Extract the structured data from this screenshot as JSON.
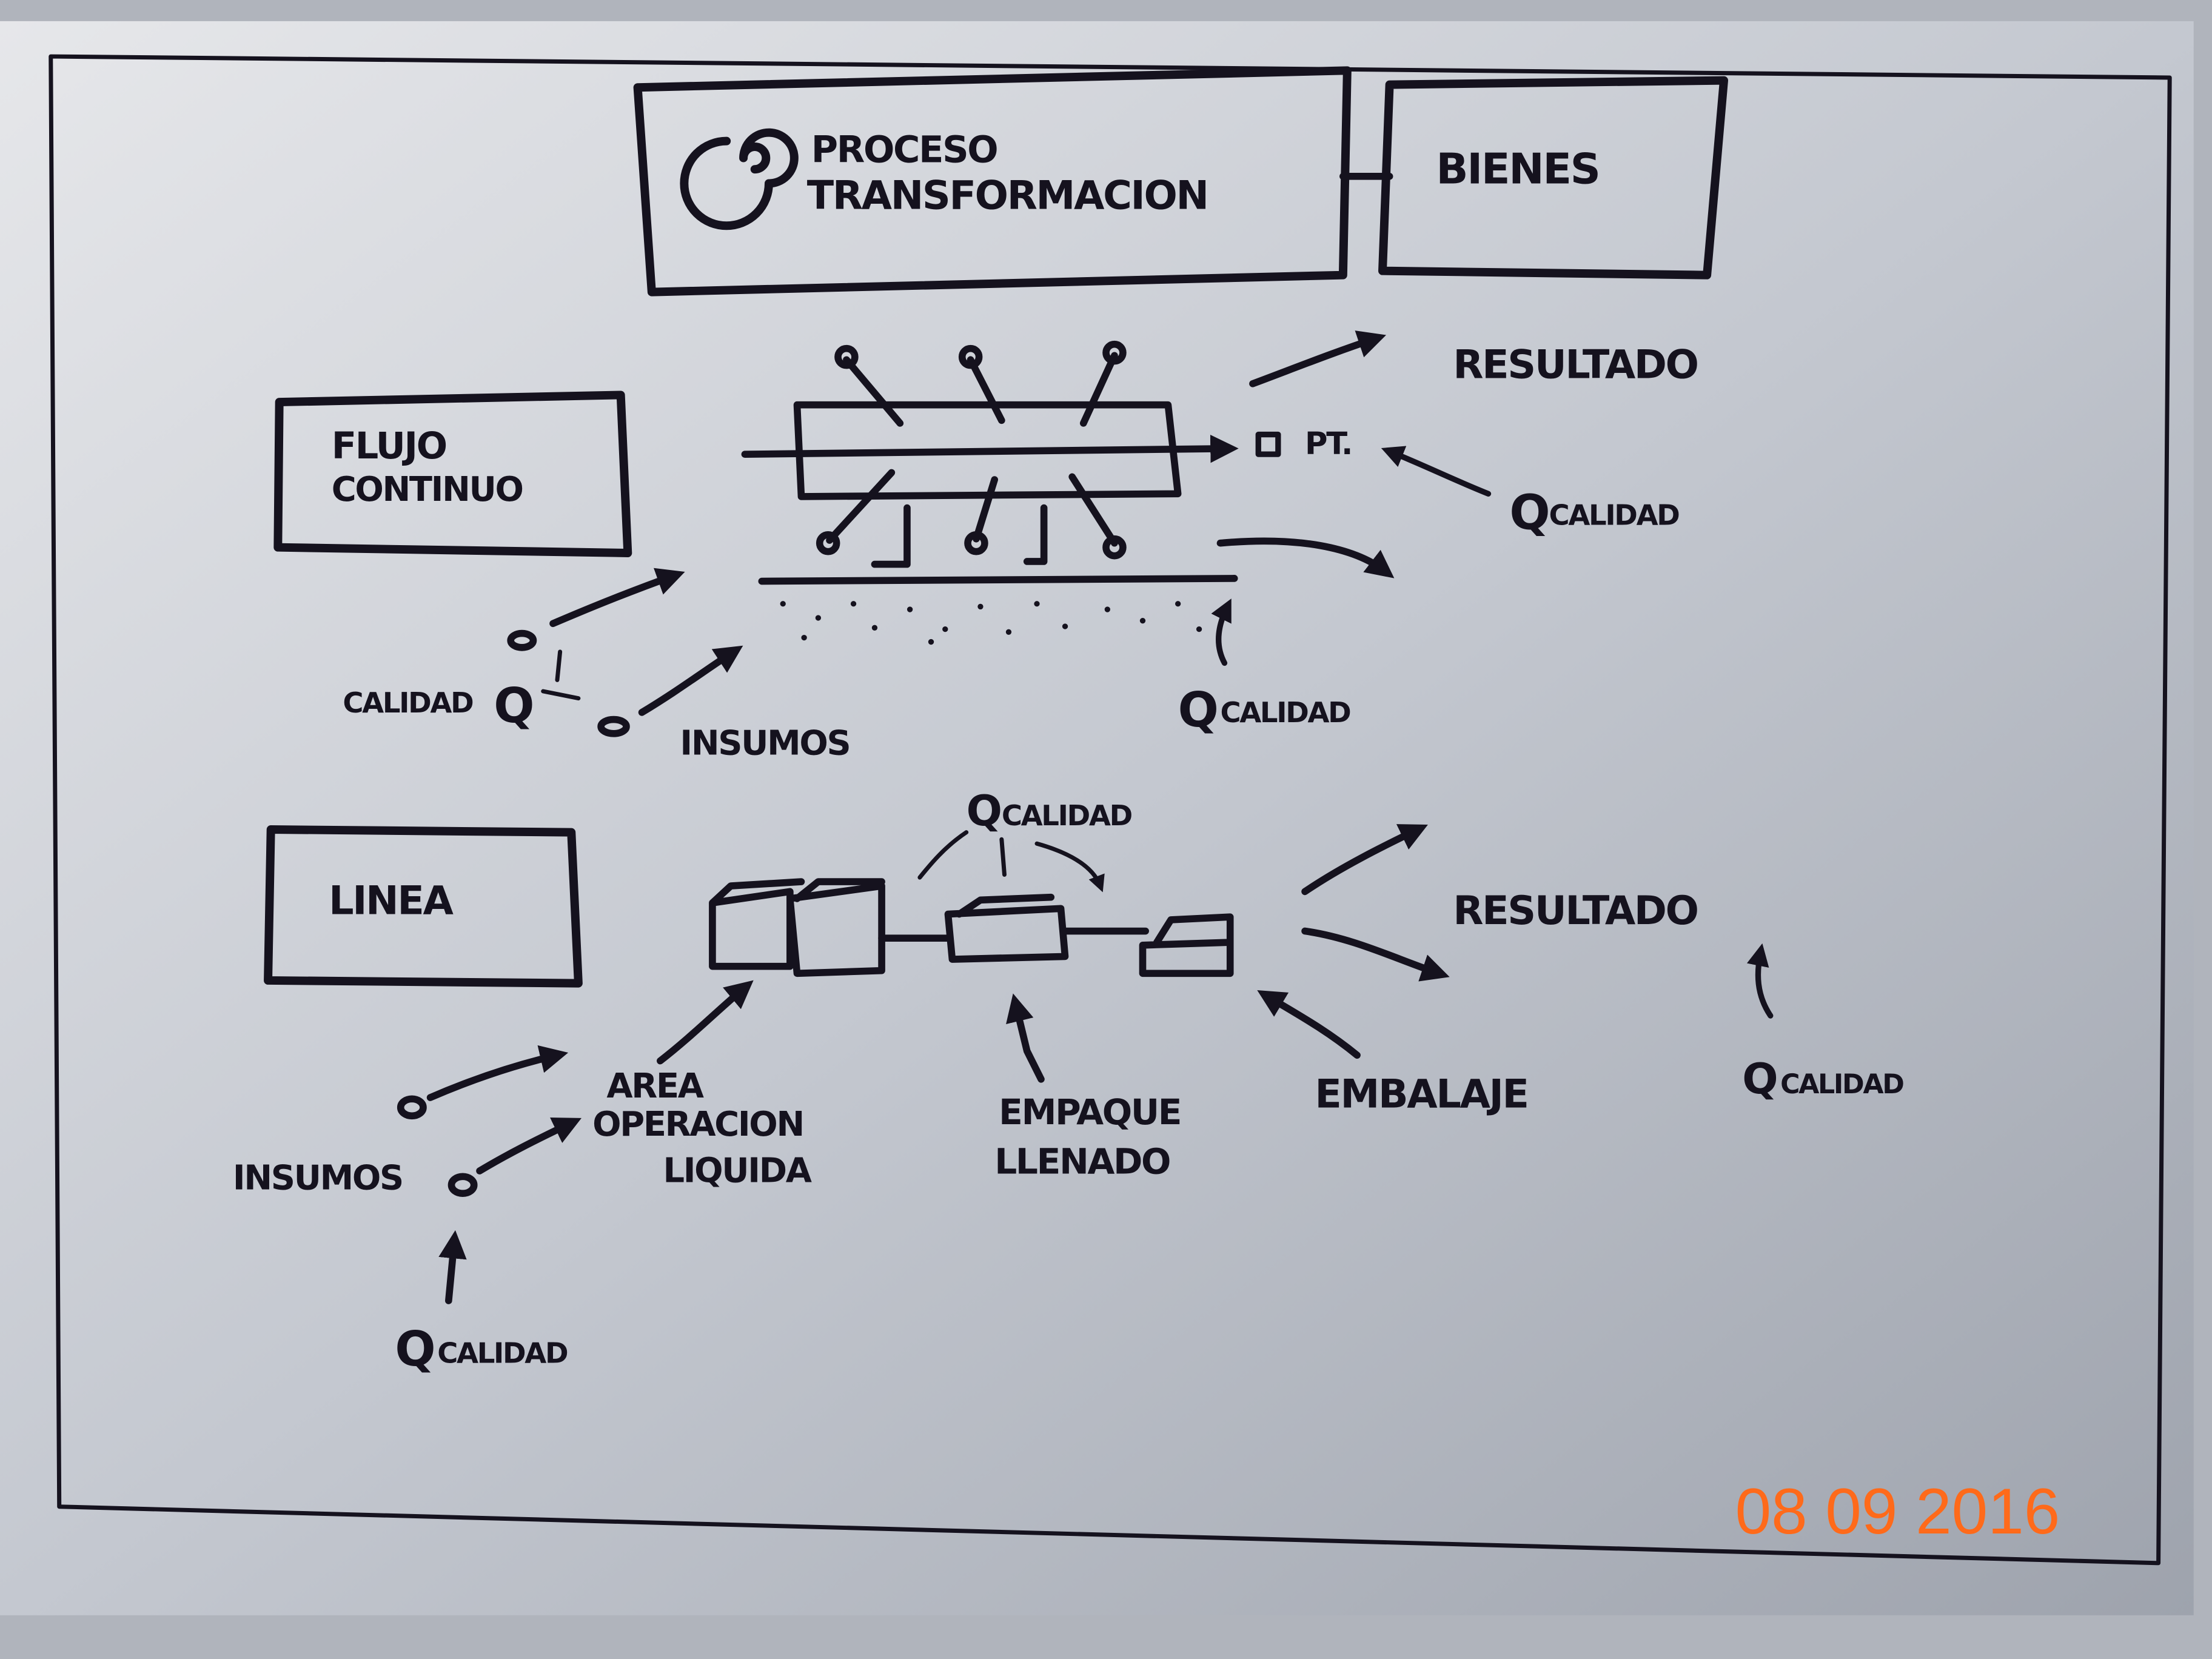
{
  "header": {
    "process_line1": "PROCESO",
    "process_line2": "TRANSFORMACION",
    "goods": "BIENES"
  },
  "flujo_continuo": {
    "label_line1": "FLUJO",
    "label_line2": "CONTINUO",
    "result": "RESULTADO",
    "pt": "PT.",
    "quality_right": "CALIDAD",
    "quality_bottom": "CALIDAD",
    "quality_left": "CALIDAD",
    "q": "Q",
    "inputs": "INSUMOS"
  },
  "linea": {
    "label": "LINEA",
    "quality_top": "CALIDAD",
    "result": "RESULTADO",
    "quality_result": "CALIDAD",
    "area_line1": "AREA",
    "area_line2": "OPERACION",
    "area_line3": "LIQUIDA",
    "packing_line1": "EMPAQUE",
    "packing_line2": "LLENADO",
    "crating": "EMBALAJE",
    "inputs": "INSUMOS",
    "quality_inputs": "CALIDAD",
    "q": "Q"
  },
  "photo_date": "08 09 2016",
  "colors": {
    "ink": "#15121e",
    "date": "#ff6a1a",
    "board": "#c9ccd3"
  }
}
